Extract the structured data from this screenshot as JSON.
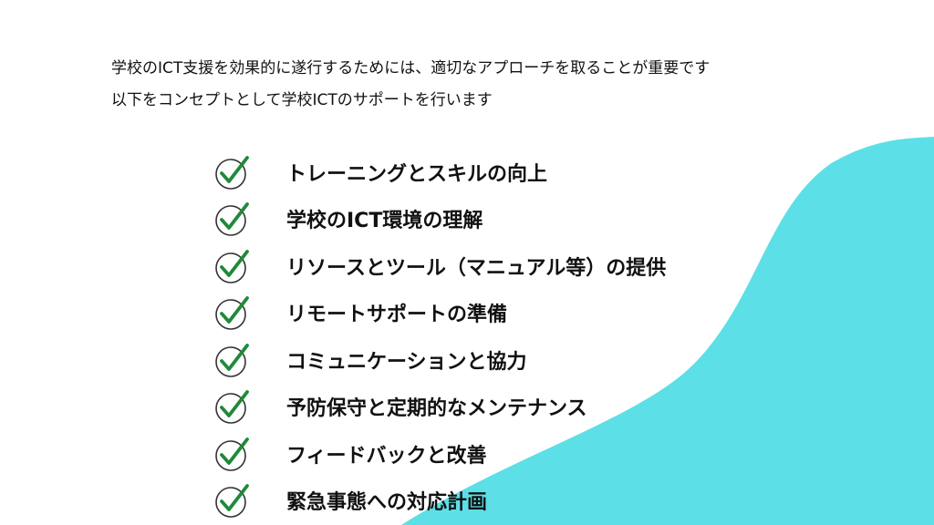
{
  "intro": {
    "line1": "学校のICT支援を効果的に遂行するためには、適切なアプローチを取ることが重要です",
    "line2": "以下をコンセプトとして学校ICTのサポートを行います"
  },
  "items": [
    {
      "label": "トレーニングとスキルの向上"
    },
    {
      "label": "学校のICT環境の理解"
    },
    {
      "label": "リソースとツール（マニュアル等）の提供"
    },
    {
      "label": "リモートサポートの準備"
    },
    {
      "label": "コミュニケーションと協力"
    },
    {
      "label": "予防保守と定期的なメンテナンス"
    },
    {
      "label": "フィードバックと改善"
    },
    {
      "label": "緊急事態への対応計画"
    }
  ],
  "icons": {
    "check": "check-circle-icon"
  },
  "colors": {
    "wave": "#5cdfe6",
    "check": "#1f8a3a",
    "circle": "#333333",
    "text": "#111111"
  }
}
